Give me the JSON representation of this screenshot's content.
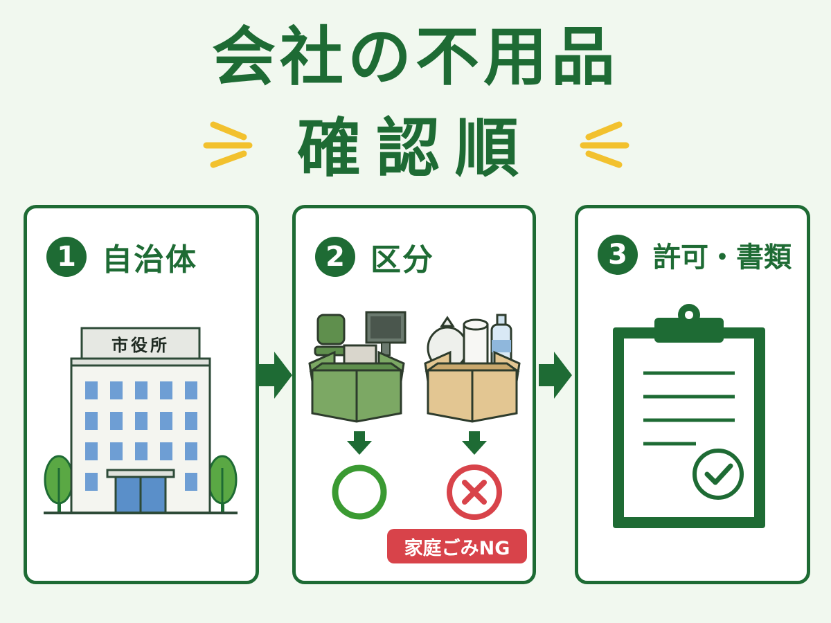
{
  "title": {
    "line1": "会社の不用品",
    "line2": "確認順"
  },
  "colors": {
    "primary_green": "#1e6b34",
    "accent_yellow": "#f2c12e",
    "ng_red": "#d8434a",
    "ok_green": "#3a9a32",
    "background": "#f1f8ef"
  },
  "steps": [
    {
      "number": "1",
      "label": "自治体",
      "icon": "city-hall-building-icon",
      "building_sign": "市役所"
    },
    {
      "number": "2",
      "label": "区分",
      "icons": [
        "office-items-box-icon",
        "household-waste-box-icon",
        "ok-circle-icon",
        "ng-cross-icon"
      ],
      "ng_badge": "家庭ごみNG"
    },
    {
      "number": "3",
      "label": "許可・書類",
      "icon": "clipboard-checklist-icon"
    }
  ]
}
